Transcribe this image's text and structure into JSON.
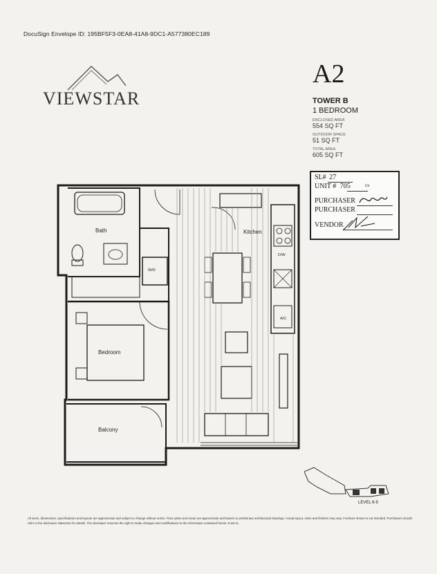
{
  "envelope_id": "DocuSign Envelope ID: 195BF5F3-0EA8-41A8-9DC1-A577380EC189",
  "brand": {
    "name": "VIEWSTAR"
  },
  "plan": {
    "code": "A2",
    "tower": "TOWER B",
    "bedrooms": "1 BEDROOM",
    "interior_label": "Enclosed Area",
    "interior_value": "554 SQ FT",
    "outdoor_label": "Outdoor Space",
    "outdoor_value": "51 SQ FT",
    "total_label": "Total Area",
    "total_value": "605 SQ FT"
  },
  "sale_box": {
    "sl_label": "SL#",
    "sl_value": "27",
    "unit_label": "UNIT #",
    "unit_value": "705",
    "initials_tag": "DS",
    "purchaser_label_1": "PURCHASER",
    "purchaser_label_2": "PURCHASER",
    "vendor_label": "VENDOR"
  },
  "rooms": {
    "bath": "Bath",
    "kitchen": "Kitchen",
    "bedroom": "Bedroom",
    "balcony": "Balcony",
    "wd": "W/D",
    "dw": "D/W",
    "ac": "A/C"
  },
  "key_plan": {
    "label": "LEVEL 6-9"
  },
  "footnote": "All sizes, dimensions, specifications and layouts are approximate and subject to change without notice. Floor plans and areas are approximate and based on preliminary architectural drawings. Actual layout, sizes and finishes may vary. Furniture shown is not included. Purchasers should refer to the disclosure statement for details. The developer reserves the right to make changes and modifications to the information contained herein. E.&O.E."
}
